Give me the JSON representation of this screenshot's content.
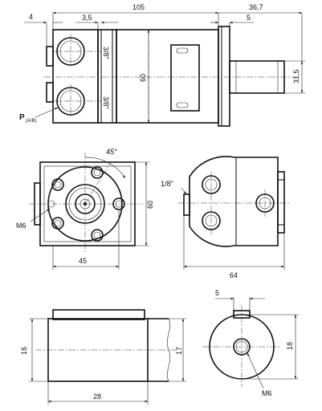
{
  "dimensions": {
    "top_4": "4",
    "top_105": "105",
    "top_36_7": "36,7",
    "top_3_5": "3,5",
    "top_5": "5",
    "port_upper": "3/8\"",
    "port_lower": "3/8\"",
    "height_60": "60",
    "shaft_31_5": "31,5",
    "angle_45": "45°",
    "flange_60": "60",
    "flange_45": "45",
    "thread_m6": "M6",
    "side_1_8": "1/8\"",
    "side_64": "64",
    "key_5": "5",
    "shaft_16": "16",
    "shaft_17": "17",
    "shaft_28": "28",
    "shaft_end_18": "18",
    "shaft_end_m6": "M6"
  },
  "labels": {
    "port_p": "P",
    "port_p_sub": "(A/B)"
  }
}
